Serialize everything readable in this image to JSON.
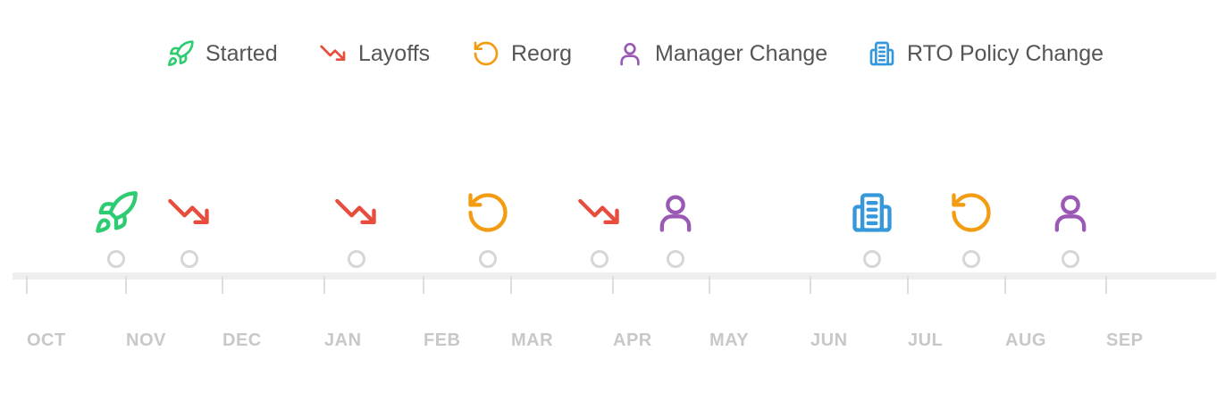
{
  "legend": [
    {
      "label": "Started",
      "icon": "rocket-icon",
      "color": "#2ecc71"
    },
    {
      "label": "Layoffs",
      "icon": "trending-down-icon",
      "color": "#e74c3c"
    },
    {
      "label": "Reorg",
      "icon": "rotate-ccw-icon",
      "color": "#f39c12"
    },
    {
      "label": "Manager Change",
      "icon": "user-icon",
      "color": "#9b59b6"
    },
    {
      "label": "RTO Policy Change",
      "icon": "building-icon",
      "color": "#3498db"
    }
  ],
  "months": [
    "OCT",
    "NOV",
    "DEC",
    "JAN",
    "FEB",
    "MAR",
    "APR",
    "MAY",
    "JUN",
    "JUL",
    "AUG",
    "SEP"
  ],
  "events": [
    {
      "type": "Started",
      "month_position": 0.9
    },
    {
      "type": "Layoffs",
      "month_position": 1.66
    },
    {
      "type": "Layoffs",
      "month_position": 3.32
    },
    {
      "type": "Reorg",
      "month_position": 4.73
    },
    {
      "type": "Layoffs",
      "month_position": 5.87
    },
    {
      "type": "Manager Change",
      "month_position": 6.65
    },
    {
      "type": "RTO Policy Change",
      "month_position": 8.63
    },
    {
      "type": "Reorg",
      "month_position": 9.65
    },
    {
      "type": "Manager Change",
      "month_position": 10.65
    }
  ]
}
